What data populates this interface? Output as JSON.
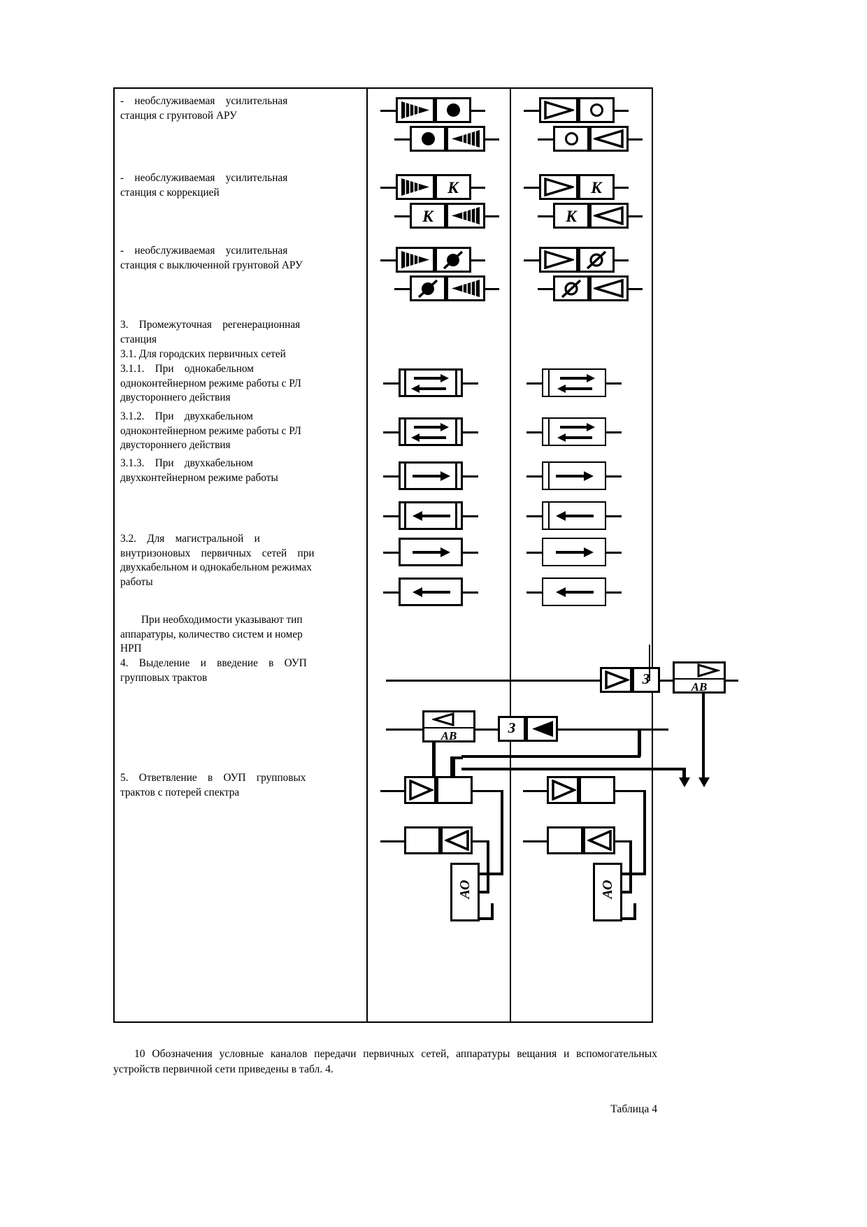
{
  "document": {
    "table_caption": "Таблица 4",
    "footer_paragraph": "10 Обозначения условные каналов передачи первичных сетей, аппаратуры вещания и вспомогательных устройств первичной сети приведены в табл. 4."
  },
  "rows": [
    {
      "id": "nup-ground-aru",
      "lines": [
        "- необслуживаемая усилительная",
        "станция с грунтовой АРУ"
      ],
      "text_full": "- необслуживаемая усилительная станция с грунтовой АРУ",
      "symbol_left": "amp-triangle-filled + filled-dot box (two rows, mirrored)",
      "symbol_right": "amp-triangle-hollow + hollow-ring box (two rows, mirrored)"
    },
    {
      "id": "nup-correction",
      "lines": [
        "- необслуживаемая усилительная",
        "станция с коррекцией"
      ],
      "text_full": "- необслуживаемая усилительная станция с коррекцией",
      "label": "К",
      "symbol_left": "amp-triangle-filled + letter-K box (two rows, mirrored)",
      "symbol_right": "amp-triangle-hollow + letter-K box (two rows, mirrored)"
    },
    {
      "id": "nup-ground-aru-off",
      "lines": [
        "- необслуживаемая усилительная",
        "станция с выключенной грунтовой АРУ"
      ],
      "text_full": "- необслуживаемая усилительная станция с выключенной грунтовой АРУ",
      "symbol_left": "amp-triangle-filled + crossed-dot box (two rows, mirrored)",
      "symbol_right": "amp-triangle-hollow + crossed-ring box (two rows, mirrored)"
    },
    {
      "id": "intermediate-regen-station",
      "lines": [
        "3. Промежуточная регенерационная",
        "станция"
      ],
      "text_full": "3. Промежуточная регенерационная станция"
    },
    {
      "id": "city-primary-networks",
      "lines": [
        "3.1. Для городских первичных сетей"
      ],
      "text_full": "3.1. Для городских первичных сетей"
    },
    {
      "id": "item-3-1-1",
      "lines": [
        "3.1.1. При однокабельном",
        "одноконтейнерном режиме работы с РЛ",
        "двустороннего действия"
      ],
      "text_full": "3.1.1. При однокабельном одноконтейнерном режиме работы с РЛ двустороннего действия",
      "symbol_left": "regen-box-double-bars bidirectional arrows",
      "symbol_right": "regen-box-single-bar bidirectional arrows"
    },
    {
      "id": "item-3-1-2",
      "lines": [
        "3.1.2. При двухкабельном",
        "одноконтейнерном режиме работы с РЛ",
        "двустороннего действия"
      ],
      "text_full": "3.1.2. При двухкабельном одноконтейнерном режиме работы с РЛ двустороннего действия",
      "symbol_left": "regen-box-double-bars bidirectional arrows",
      "symbol_right": "regen-box-single-bar bidirectional arrows"
    },
    {
      "id": "item-3-1-3",
      "lines": [
        "3.1.3. При двухкабельном",
        "двухконтейнерном режиме работы"
      ],
      "text_full": "3.1.3. При двухкабельном двухконтейнерном режиме работы",
      "symbol_left": "two stacked regen boxes, arrows right then left",
      "symbol_right": "two stacked regen boxes, arrows right then left"
    },
    {
      "id": "item-3-2",
      "lines": [
        "3.2. Для магистральной и",
        "внутризоновых первичных сетей при",
        "двухкабельном и однокабельном режимах",
        "работы"
      ],
      "text_full": "3.2. Для магистральной и внутризоновых первичных сетей при двухкабельном и однокабельном режимах работы",
      "symbol_left": "two plain boxes with single arrow right / left",
      "symbol_right": "two plain boxes with single arrow right / left"
    },
    {
      "id": "note-equipment",
      "lines": [
        "При необходимости указывают тип",
        "аппаратуры, количество систем и номер",
        "НРП"
      ],
      "text_full": "При необходимости указывают тип аппаратуры, количество систем и номер НРП"
    },
    {
      "id": "item-4",
      "lines": [
        "4. Выделение и введение в ОУП",
        "групповых трактов"
      ],
      "text_full": "4. Выделение и введение в ОУП групповых трактов",
      "diagram_labels": [
        "З",
        "АВ",
        "З",
        "АВ"
      ]
    },
    {
      "id": "item-5",
      "lines": [
        "5. Ответвление в ОУП групповых",
        "трактов с потерей спектра"
      ],
      "text_full": "5. Ответвление в ОУП групповых трактов с потерей спектра",
      "diagram_labels": [
        "АО",
        "АО"
      ]
    }
  ],
  "symbol_labels": {
    "k": "К",
    "z": "З",
    "av": "АВ",
    "ao": "АО"
  },
  "colors": {
    "ink": "#000000",
    "paper": "#ffffff"
  }
}
